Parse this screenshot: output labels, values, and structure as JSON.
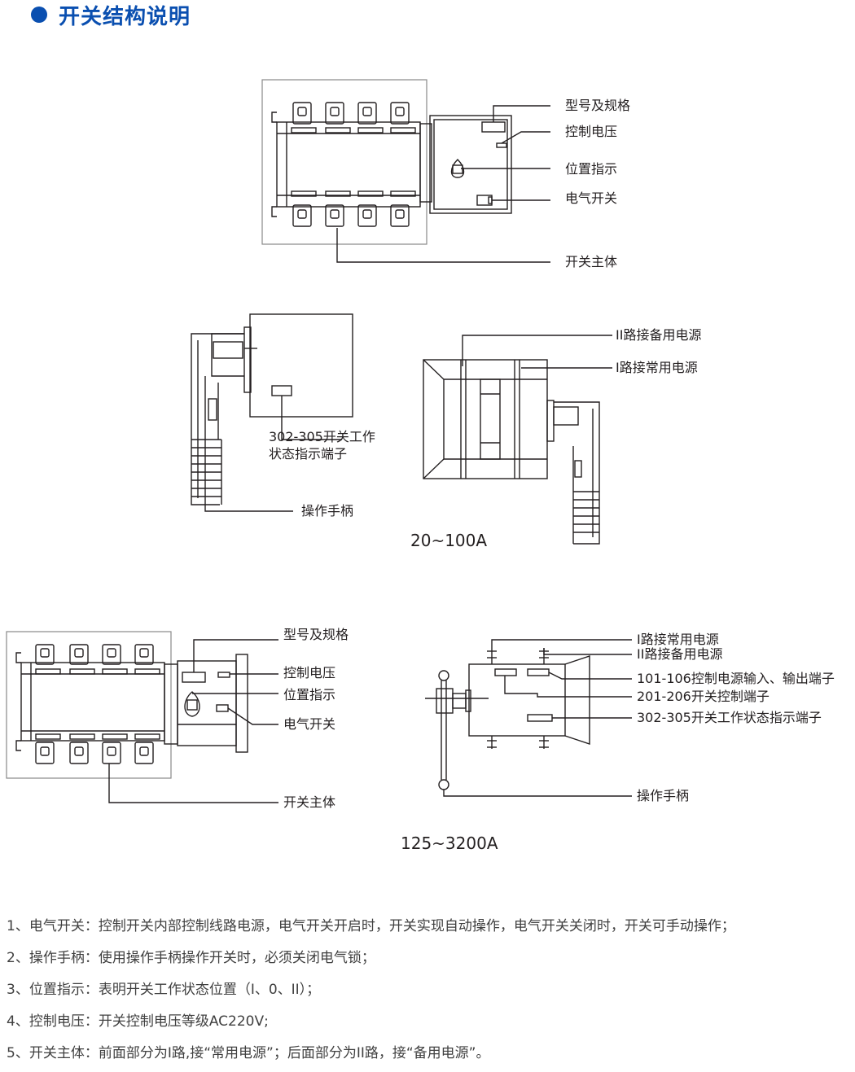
{
  "header": {
    "title": "开关结构说明",
    "accent_color": "#0a4fb0"
  },
  "diagram1": {
    "labels": [
      "型号及规格",
      "控制电压",
      "位置指示",
      "电气开关",
      "开关主体"
    ]
  },
  "diagram2": {
    "left_labels": [
      "302-305开关工作",
      "状态指示端子",
      "操作手柄"
    ],
    "right_labels": [
      "II路接备用电源",
      "I路接常用电源"
    ],
    "caption": "20~100A"
  },
  "diagram3": {
    "labels": [
      "型号及规格",
      "控制电压",
      "位置指示",
      "电气开关",
      "开关主体"
    ]
  },
  "diagram4": {
    "labels": [
      "I路接常用电源",
      "II路接备用电源",
      "101-106控制电源输入、输出端子",
      "201-206开关控制端子",
      "302-305开关工作状态指示端子",
      "操作手柄"
    ],
    "caption": "125~3200A"
  },
  "notes": [
    "1、电气开关：控制开关内部控制线路电源，电气开关开启时，开关实现自动操作，电气开关关闭时，开关可手动操作；",
    "2、操作手柄：使用操作手柄操作开关时，必须关闭电气锁；",
    "3、位置指示：表明开关工作状态位置（I、0、II）；",
    "4、控制电压：开关控制电压等级AC220V;",
    "5、开关主体：前面部分为I路,接“常用电源”；后面部分为II路，接“备用电源”。"
  ]
}
